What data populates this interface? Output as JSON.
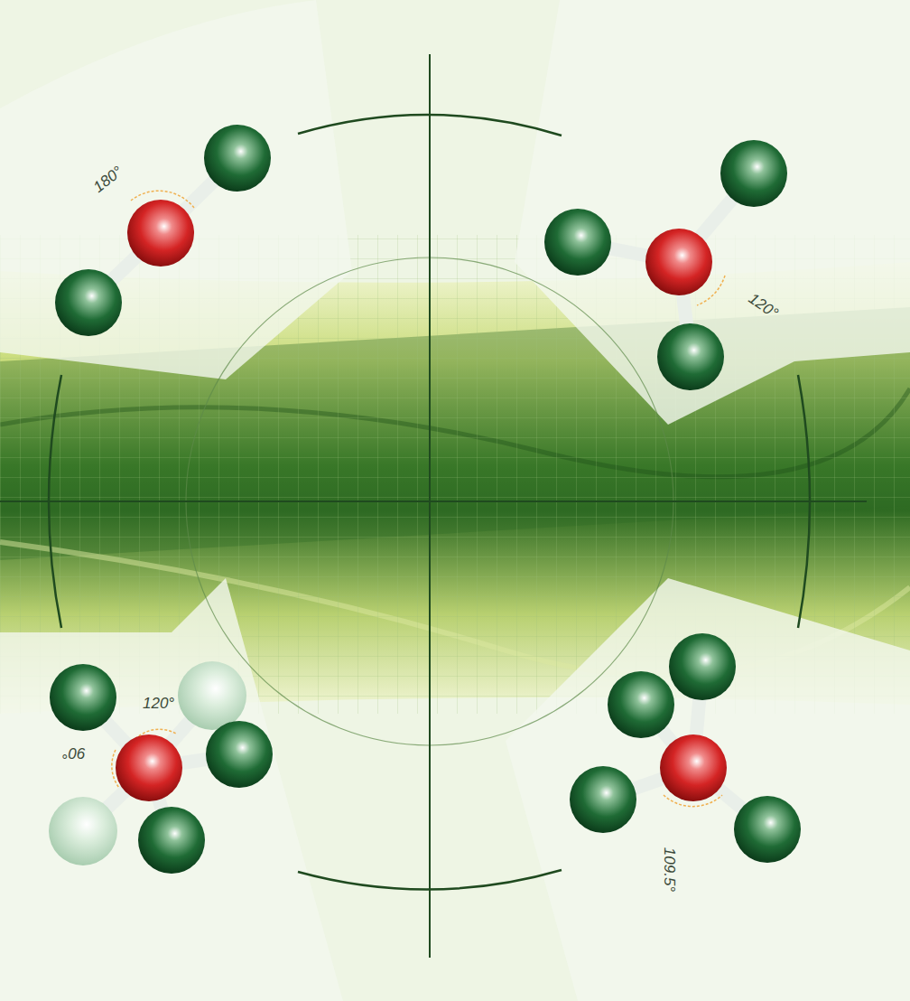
{
  "diagram": {
    "labels": [
      "180°",
      "120°",
      "120°",
      "90°",
      "109.5°"
    ]
  }
}
